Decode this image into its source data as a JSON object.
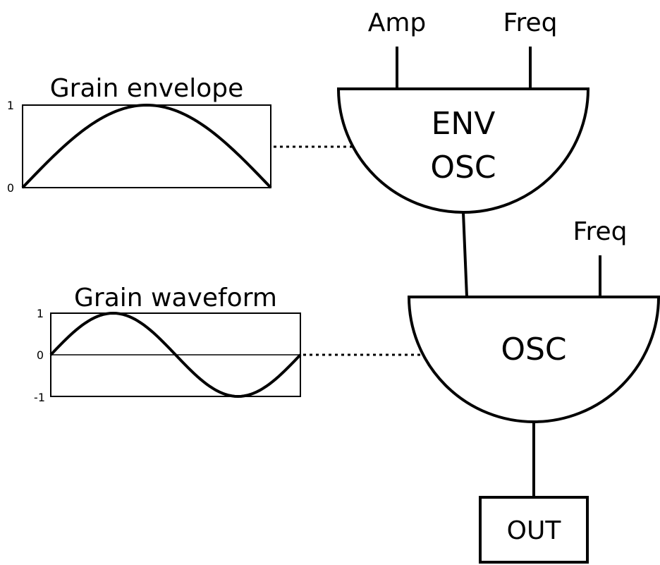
{
  "envelope_plot": {
    "title": "Grain envelope",
    "y_tick_top": "1",
    "y_tick_bottom": "0"
  },
  "waveform_plot": {
    "title": "Grain waveform",
    "y_tick_top": "1",
    "y_tick_mid": "0",
    "y_tick_bottom": "-1"
  },
  "env_osc": {
    "line1": "ENV",
    "line2": "OSC",
    "input_amp": "Amp",
    "input_freq": "Freq"
  },
  "osc": {
    "label": "OSC",
    "input_freq": "Freq"
  },
  "output": {
    "label": "OUT"
  }
}
